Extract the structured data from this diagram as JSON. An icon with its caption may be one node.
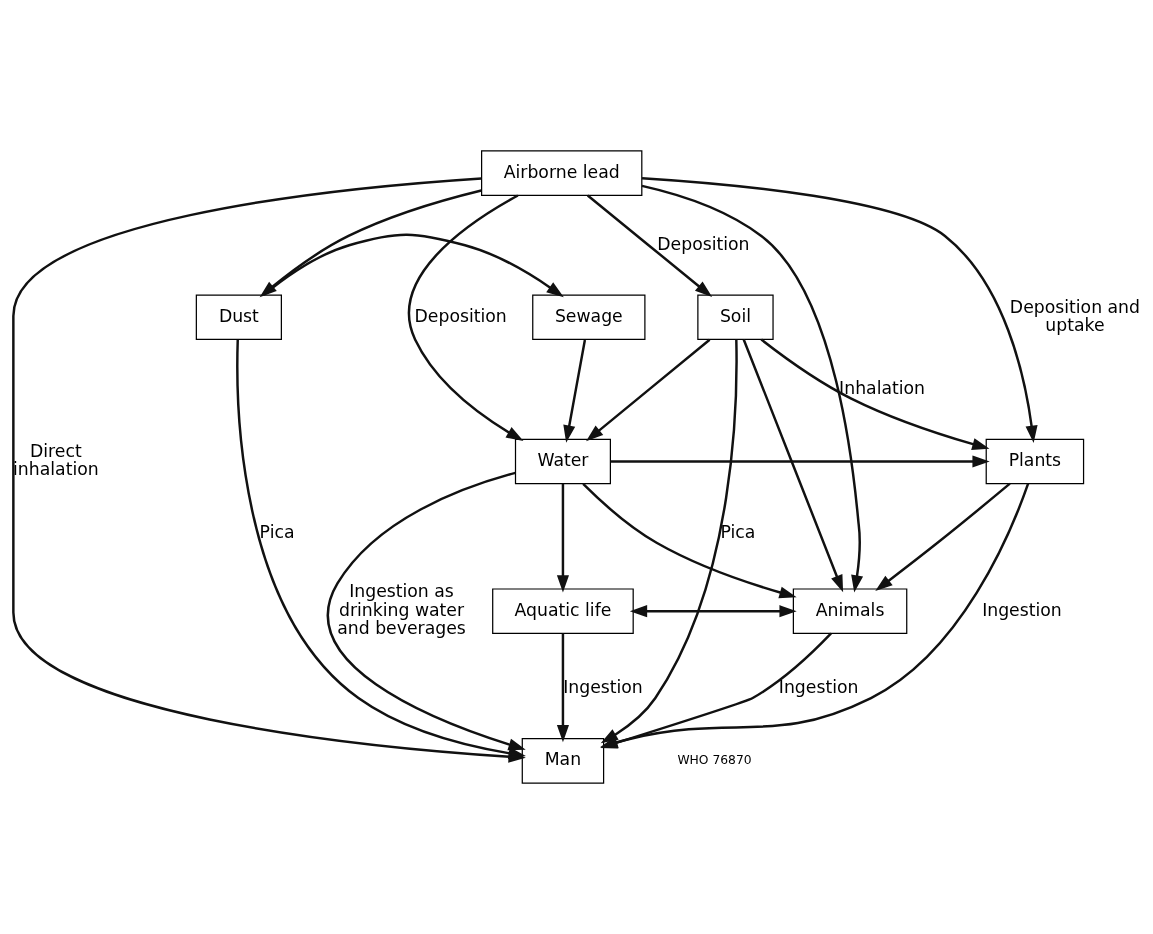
{
  "diagram": {
    "nodes": [
      {
        "text": [
          "Airborne lead"
        ]
      },
      {
        "text": [
          "Dust"
        ]
      },
      {
        "text": [
          "Sewage"
        ]
      },
      {
        "text": [
          "Soil"
        ]
      },
      {
        "text": [
          "Water"
        ]
      },
      {
        "text": [
          "Plants"
        ]
      },
      {
        "text": [
          "Aquatic life"
        ]
      },
      {
        "text": [
          "Animals"
        ]
      },
      {
        "text": [
          "Man"
        ]
      }
    ],
    "edges": [
      {
        "from": 0,
        "to": 1,
        "arrow": "to"
      },
      {
        "from": 0,
        "to": 4,
        "arrow": "to",
        "label": "Deposition"
      },
      {
        "from": 0,
        "to": 3,
        "arrow": "to",
        "label": "Deposition"
      },
      {
        "from": 0,
        "to": 5,
        "arrow": "to",
        "label": "Deposition and uptake"
      },
      {
        "from": 0,
        "to": 7,
        "arrow": "to",
        "label": "Inhalation"
      },
      {
        "from": 0,
        "to": 8,
        "arrow": "to",
        "label": "Direct inhalation"
      },
      {
        "from": 1,
        "to": 2,
        "arrow": "to"
      },
      {
        "from": 1,
        "to": 8,
        "arrow": "to",
        "label": "Pica"
      },
      {
        "from": 2,
        "to": 4,
        "arrow": "to"
      },
      {
        "from": 3,
        "to": 4,
        "arrow": "to"
      },
      {
        "from": 3,
        "to": 5,
        "arrow": "to"
      },
      {
        "from": 3,
        "to": 7,
        "arrow": "to"
      },
      {
        "from": 3,
        "to": 8,
        "arrow": "to",
        "label": "Pica"
      },
      {
        "from": 4,
        "to": 5,
        "arrow": "to"
      },
      {
        "from": 4,
        "to": 6,
        "arrow": "to"
      },
      {
        "from": 4,
        "to": 7,
        "arrow": "to"
      },
      {
        "from": 4,
        "to": 8,
        "arrow": "to",
        "label": "Ingestion as drinking water and beverages"
      },
      {
        "from": 6,
        "to": 7,
        "arrow": "both"
      },
      {
        "from": 5,
        "to": 7,
        "arrow": "to"
      },
      {
        "from": 6,
        "to": 8,
        "arrow": "to",
        "label": "Ingestion"
      },
      {
        "from": 5,
        "to": 8,
        "arrow": "to",
        "label": "Ingestion"
      },
      {
        "from": 7,
        "to": 8,
        "arrow": "to",
        "label": "Ingestion"
      }
    ],
    "labels": [
      "WHO 76870"
    ]
  }
}
